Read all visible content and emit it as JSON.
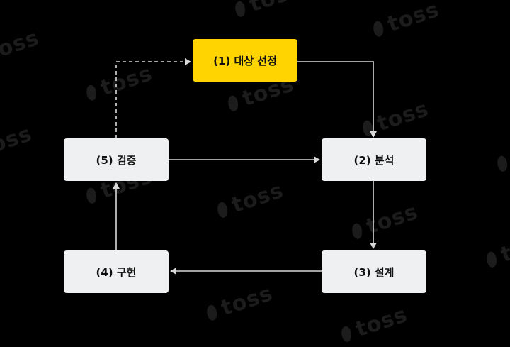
{
  "watermark": {
    "text": "toss"
  },
  "colors": {
    "background": "#000000",
    "node": "#eef0f2",
    "highlight": "#ffd400",
    "edge": "#d9d9d9"
  },
  "nodes": {
    "n1": {
      "label": "(1) 대상 선정"
    },
    "n2": {
      "label": "(2) 분석"
    },
    "n3": {
      "label": "(3) 설계"
    },
    "n4": {
      "label": "(4) 구현"
    },
    "n5": {
      "label": "(5) 검증"
    }
  },
  "edges": [
    {
      "from": "(1) 대상 선정",
      "to": "(2) 분석",
      "style": "solid"
    },
    {
      "from": "(2) 분석",
      "to": "(3) 설계",
      "style": "solid"
    },
    {
      "from": "(3) 설계",
      "to": "(4) 구현",
      "style": "solid"
    },
    {
      "from": "(4) 구현",
      "to": "(5) 검증",
      "style": "solid"
    },
    {
      "from": "(5) 검증",
      "to": "(2) 분석",
      "style": "solid"
    },
    {
      "from": "(5) 검증",
      "to": "(1) 대상 선정",
      "style": "dashed"
    }
  ]
}
